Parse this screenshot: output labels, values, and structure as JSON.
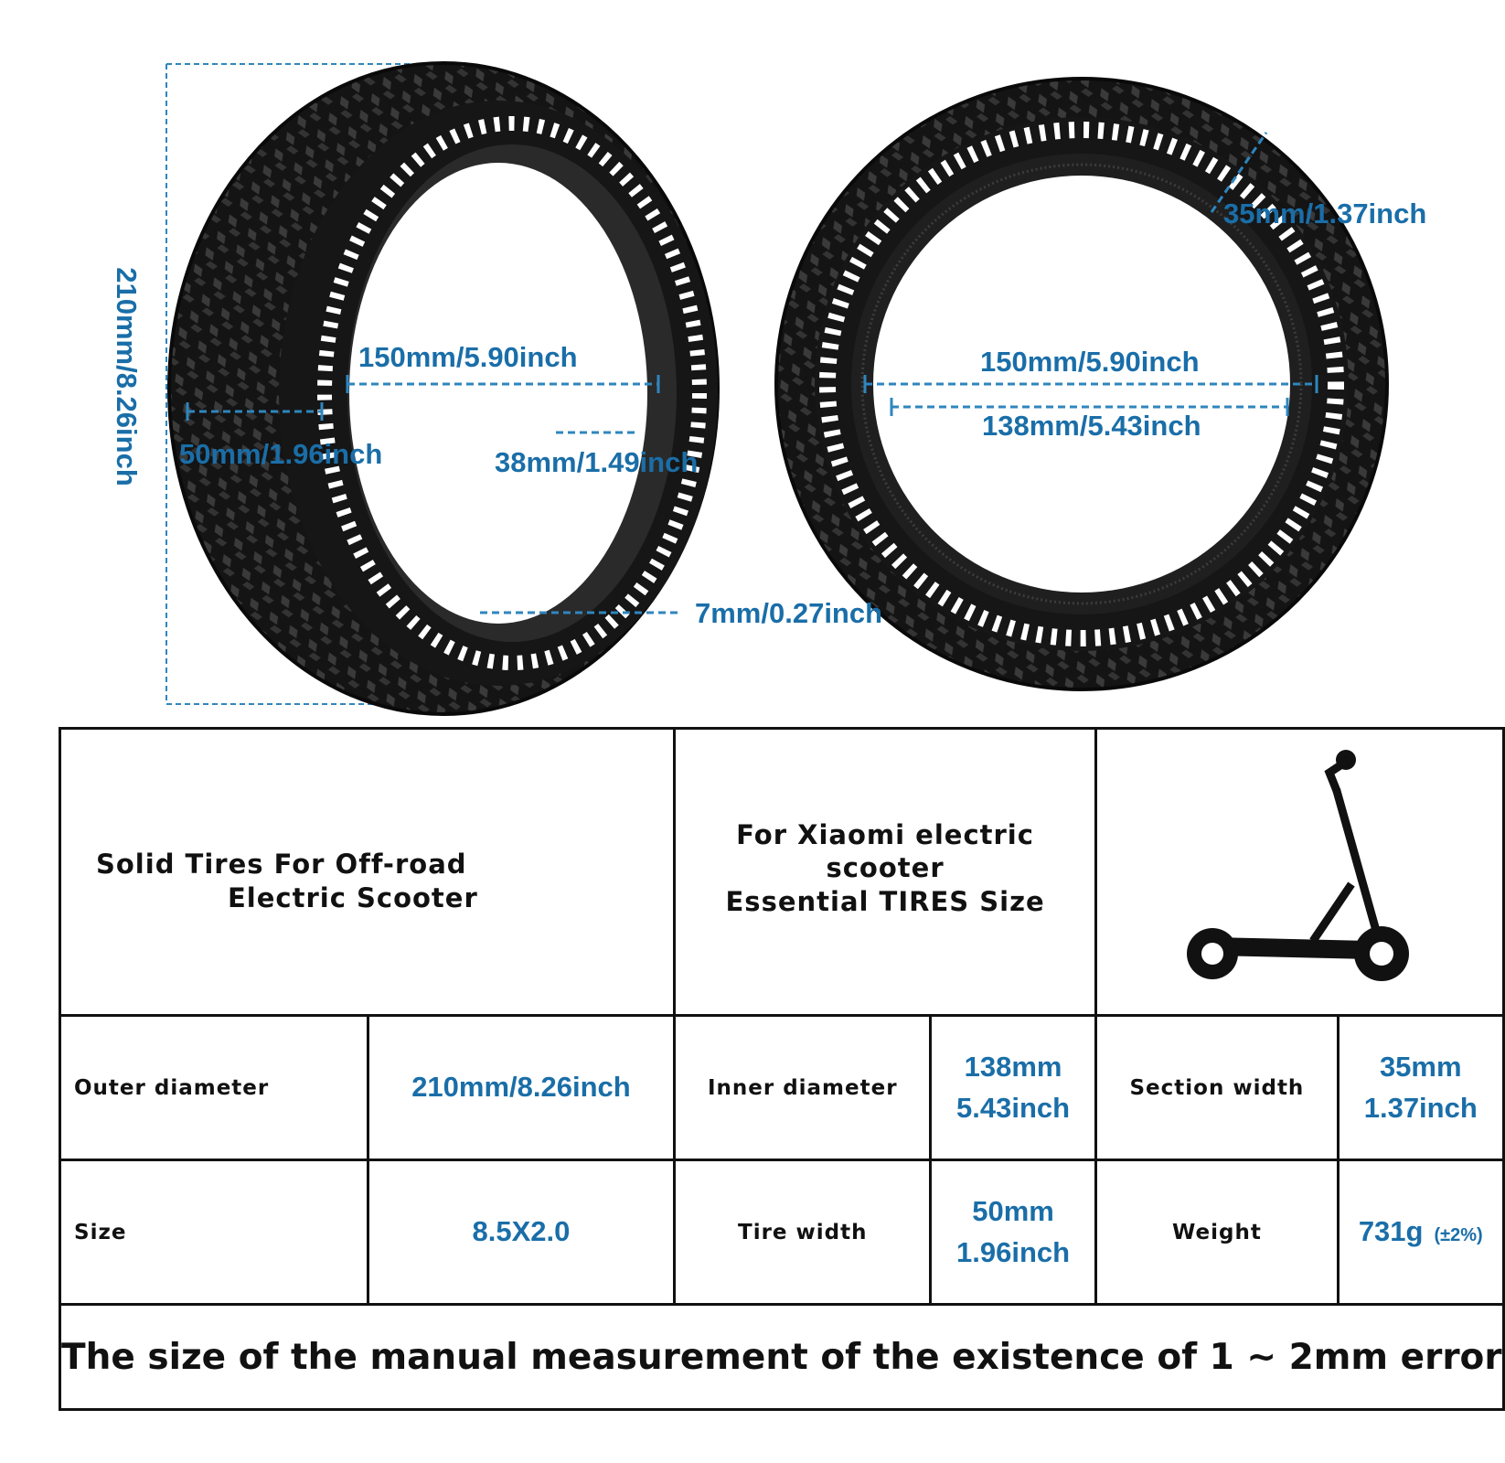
{
  "dimensions": {
    "outer_diameter_vertical": "210mm/8.26inch",
    "left_inner_150": "150mm/5.90inch",
    "left_tire_width": "50mm/1.96inch",
    "left_38": "38mm/1.49inch",
    "left_7": "7mm/0.27inch",
    "right_section_35": "35mm/1.37inch",
    "right_inner_150": "150mm/5.90inch",
    "right_inner_138": "138mm/5.43inch"
  },
  "table": {
    "title_left_line1": "Solid Tires For Off-road",
    "title_left_line2": "Electric Scooter",
    "title_mid_line1": "For Xiaomi electric scooter",
    "title_mid_line2": "Essential TIRES Size",
    "row1": {
      "outer_label": "Outer diameter",
      "outer_value": "210mm/8.26inch",
      "inner_label": "Inner diameter",
      "inner_value_1": "138mm",
      "inner_value_2": "5.43inch",
      "section_label": "Section width",
      "section_value_1": "35mm",
      "section_value_2": "1.37inch"
    },
    "row2": {
      "size_label": "Size",
      "size_value": "8.5X2.0",
      "width_label": "Tire width",
      "width_value_1": "50mm",
      "width_value_2": "1.96inch",
      "weight_label": "Weight",
      "weight_value": "731g",
      "weight_tolerance": "(±2%)"
    },
    "footer": "The size of the manual measurement of the existence of 1 ~ 2mm error"
  },
  "colors": {
    "accent": "#1a6ea8",
    "tire": "#1a1a1a",
    "border": "#111111"
  }
}
